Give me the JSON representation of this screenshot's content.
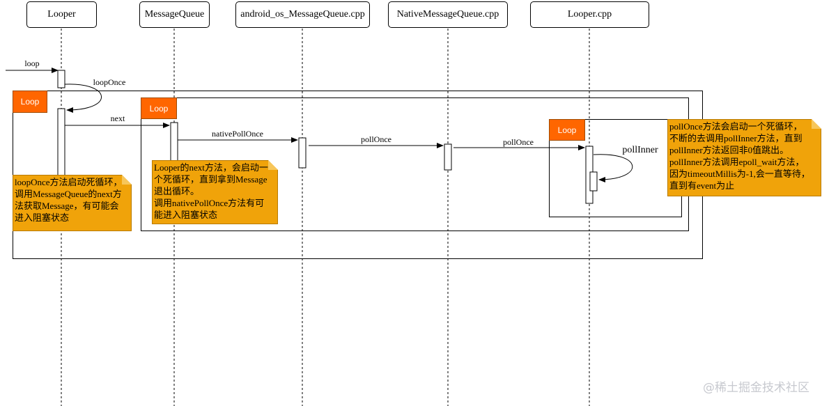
{
  "participants": [
    {
      "label": "Looper"
    },
    {
      "label": "MessageQueue"
    },
    {
      "label": "android_os_MessageQueue.cpp"
    },
    {
      "label": "NativeMessageQueue.cpp"
    },
    {
      "label": "Looper.cpp"
    }
  ],
  "loops": [
    {
      "label": "Loop"
    },
    {
      "label": "Loop"
    },
    {
      "label": "Loop"
    }
  ],
  "messages": {
    "loop": "loop",
    "loopOnce": "loopOnce",
    "next": "next",
    "nativePollOnce": "nativePollOnce",
    "pollOnce1": "pollOnce",
    "pollOnce2": "pollOnce",
    "pollInner": "pollInner"
  },
  "notes": {
    "looper": {
      "lines": [
        "loopOnce方法启动死循环，",
        "调用MessageQueue的next方",
        "法获取Message，有可能会",
        "进入阻塞状态"
      ]
    },
    "messagequeue": {
      "lines": [
        "Looper的next方法，会启动一",
        "个死循环，直到拿到Message",
        "退出循环。",
        "调用nativePollOnce方法有可",
        "能进入阻塞状态"
      ]
    },
    "loopercpp": {
      "lines": [
        "pollOnce方法会启动一个死循环，",
        "不断的去调用pollInner方法，直到",
        "pollInner方法返回非0值跳出。",
        "pollInner方法调用epoll_wait方法，",
        "因为timeoutMillis为-1,会一直等待，",
        "直到有event为止"
      ]
    }
  },
  "watermark": "@稀土掘金技术社区",
  "colors": {
    "loop_tag": "#ff6600",
    "note_fill": "#f0a30a",
    "line": "#000000"
  }
}
